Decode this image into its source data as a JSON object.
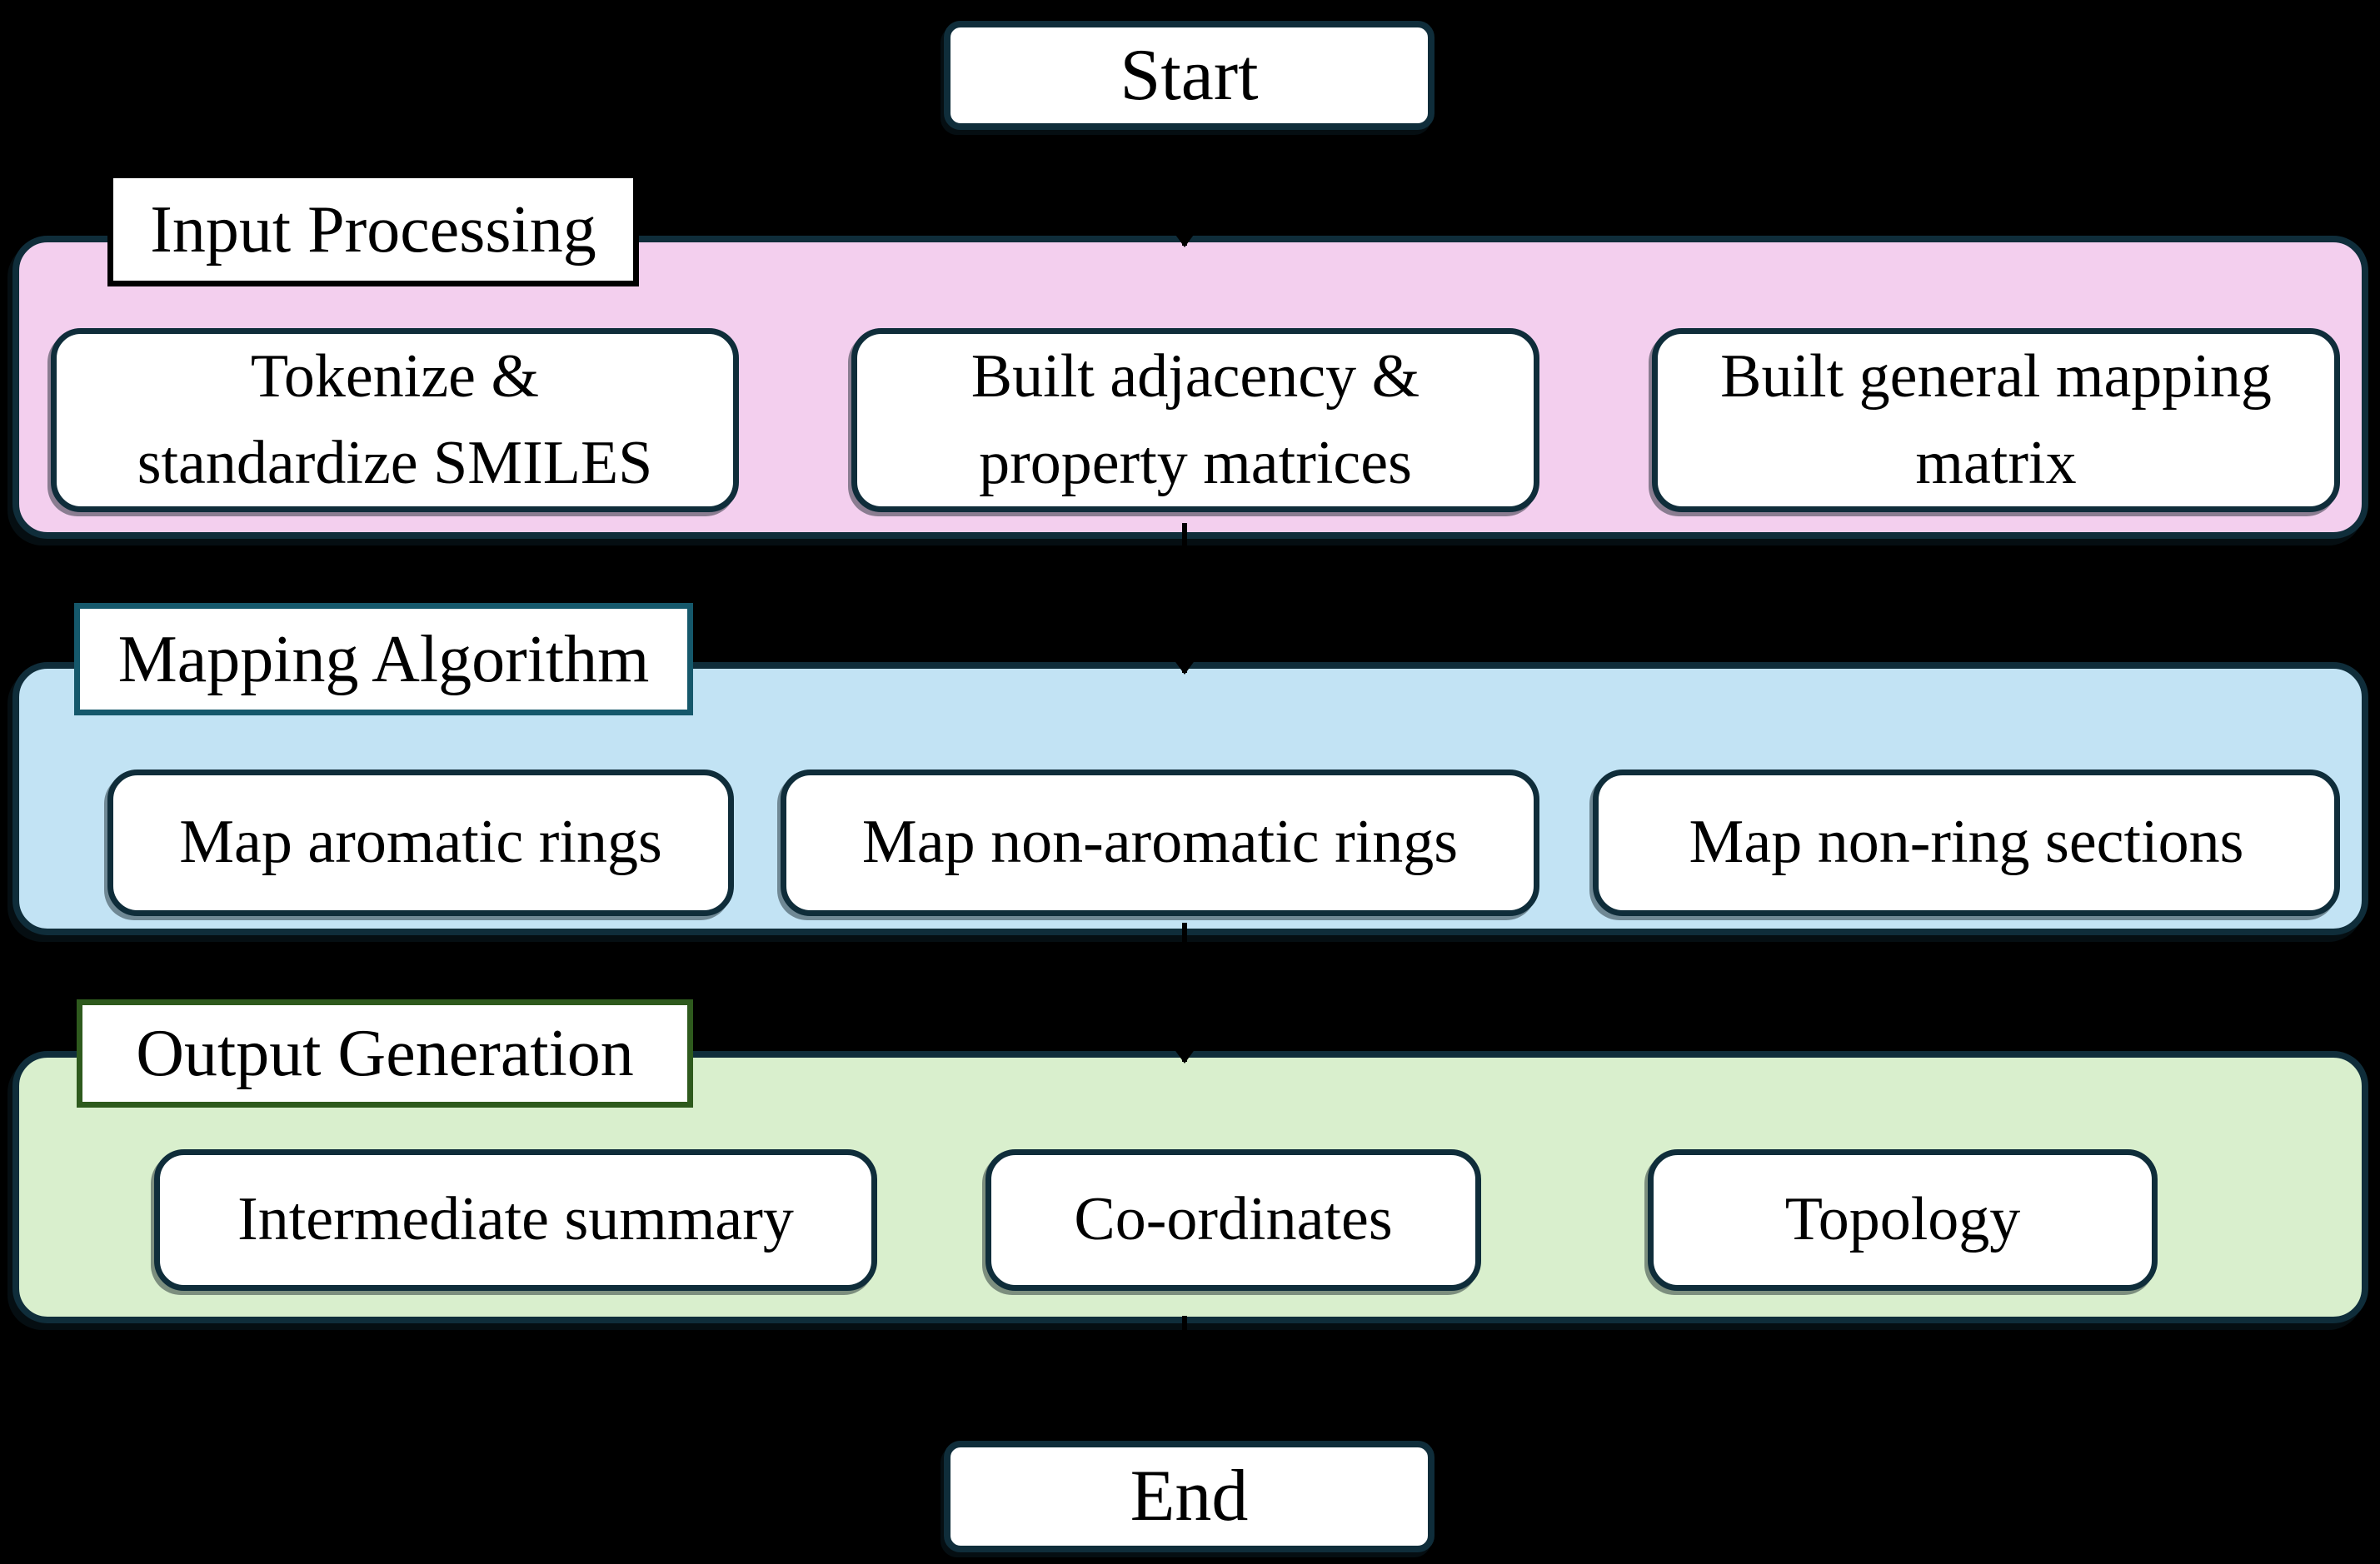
{
  "canvas": {
    "background": "#000000",
    "outline": "#0f2d3a"
  },
  "flow": {
    "start_label": "Start",
    "end_label": "End",
    "node_fill": "#ffffff",
    "connector_color": "#000000"
  },
  "sections": [
    {
      "title": "Input Processing",
      "fill": "#f3cfee",
      "title_border": "#000000",
      "steps": [
        "Tokenize &\nstandardize SMILES",
        "Built adjacency &\nproperty matrices",
        "Built general mapping\nmatrix"
      ]
    },
    {
      "title": "Mapping Algorithm",
      "fill": "#c2e3f4",
      "title_border": "#15586b",
      "steps": [
        "Map aromatic rings",
        "Map non-aromatic rings",
        "Map non-ring sections"
      ]
    },
    {
      "title": "Output Generation",
      "fill": "#d9efcd",
      "title_border": "#2e5a1d",
      "steps": [
        "Intermediate summary",
        "Co-ordinates",
        "Topology"
      ]
    }
  ]
}
